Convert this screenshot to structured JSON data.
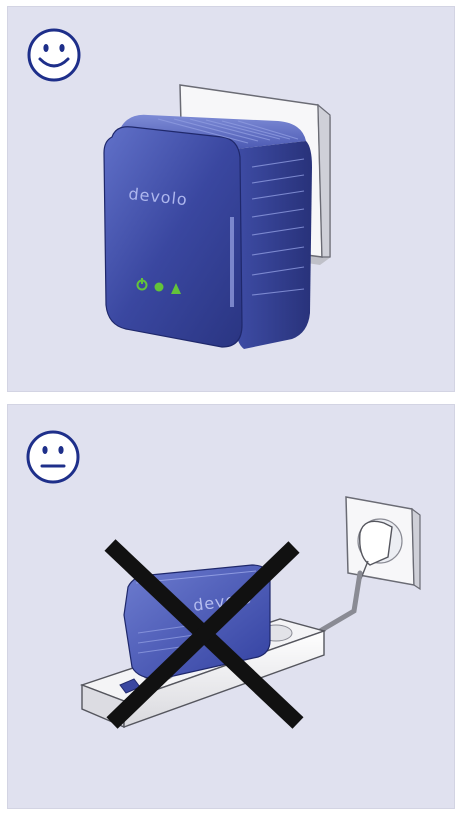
{
  "panels": [
    {
      "id": "correct",
      "face": "smiley-face-icon",
      "device_brand": "devolo"
    },
    {
      "id": "incorrect",
      "face": "neutral-face-icon",
      "device_brand": "devolo",
      "mark": "cross-out-icon"
    }
  ],
  "colors": {
    "panel_background": "#e0e1ef",
    "device_blue": "#3a47a0",
    "device_blue_light": "#5c6cc4",
    "led_green": "#63c33a",
    "cross": "#111111",
    "face_blue": "#1e2f8a"
  }
}
